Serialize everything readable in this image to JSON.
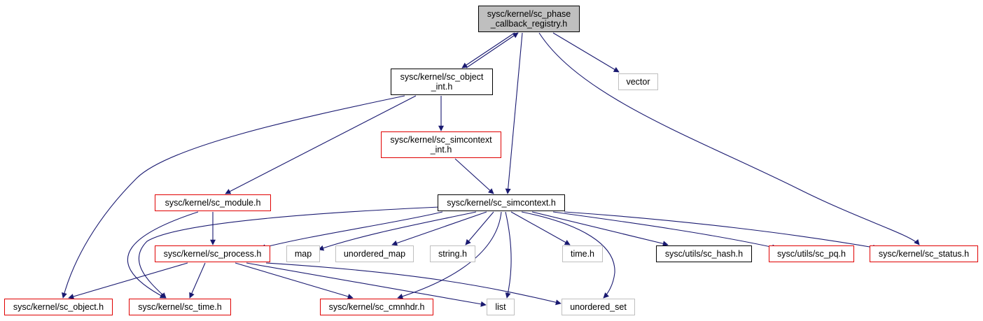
{
  "diagram": {
    "nodes": [
      {
        "id": "root",
        "label": "sysc/kernel/sc_phase\n_callback_registry.h",
        "style": "root"
      },
      {
        "id": "object_int",
        "label": "sysc/kernel/sc_object\n_int.h",
        "style": "black"
      },
      {
        "id": "vector",
        "label": "vector",
        "style": "gray"
      },
      {
        "id": "simcontext_int",
        "label": "sysc/kernel/sc_simcontext\n_int.h",
        "style": "red"
      },
      {
        "id": "module",
        "label": "sysc/kernel/sc_module.h",
        "style": "red"
      },
      {
        "id": "simcontext",
        "label": "sysc/kernel/sc_simcontext.h",
        "style": "black"
      },
      {
        "id": "process",
        "label": "sysc/kernel/sc_process.h",
        "style": "red"
      },
      {
        "id": "map",
        "label": "map",
        "style": "gray"
      },
      {
        "id": "unordered_map",
        "label": "unordered_map",
        "style": "gray"
      },
      {
        "id": "string",
        "label": "string.h",
        "style": "gray"
      },
      {
        "id": "time",
        "label": "time.h",
        "style": "gray"
      },
      {
        "id": "hash",
        "label": "sysc/utils/sc_hash.h",
        "style": "black"
      },
      {
        "id": "pq",
        "label": "sysc/utils/sc_pq.h",
        "style": "red"
      },
      {
        "id": "status",
        "label": "sysc/kernel/sc_status.h",
        "style": "red"
      },
      {
        "id": "object",
        "label": "sysc/kernel/sc_object.h",
        "style": "red"
      },
      {
        "id": "sctime",
        "label": "sysc/kernel/sc_time.h",
        "style": "red"
      },
      {
        "id": "cmnhdr",
        "label": "sysc/kernel/sc_cmnhdr.h",
        "style": "red"
      },
      {
        "id": "list",
        "label": "list",
        "style": "gray"
      },
      {
        "id": "unordered_set",
        "label": "unordered_set",
        "style": "gray"
      }
    ],
    "edges": [
      [
        "root",
        "object_int"
      ],
      [
        "object_int",
        "root"
      ],
      [
        "root",
        "vector"
      ],
      [
        "root",
        "simcontext"
      ],
      [
        "root",
        "status"
      ],
      [
        "object_int",
        "simcontext_int"
      ],
      [
        "object_int",
        "module"
      ],
      [
        "object_int",
        "object"
      ],
      [
        "simcontext_int",
        "simcontext"
      ],
      [
        "module",
        "process"
      ],
      [
        "module",
        "sctime"
      ],
      [
        "simcontext",
        "process"
      ],
      [
        "simcontext",
        "map"
      ],
      [
        "simcontext",
        "unordered_map"
      ],
      [
        "simcontext",
        "string"
      ],
      [
        "simcontext",
        "time"
      ],
      [
        "simcontext",
        "hash"
      ],
      [
        "simcontext",
        "pq"
      ],
      [
        "simcontext",
        "status"
      ],
      [
        "simcontext",
        "sctime"
      ],
      [
        "simcontext",
        "cmnhdr"
      ],
      [
        "simcontext",
        "list"
      ],
      [
        "simcontext",
        "unordered_set"
      ],
      [
        "process",
        "object"
      ],
      [
        "process",
        "sctime"
      ],
      [
        "process",
        "cmnhdr"
      ],
      [
        "process",
        "list"
      ],
      [
        "process",
        "unordered_set"
      ]
    ],
    "colors": {
      "edge": "#191970",
      "root_fill": "#bfbfbf",
      "red_border": "#e00000",
      "gray_border": "#bfbfbf"
    }
  }
}
